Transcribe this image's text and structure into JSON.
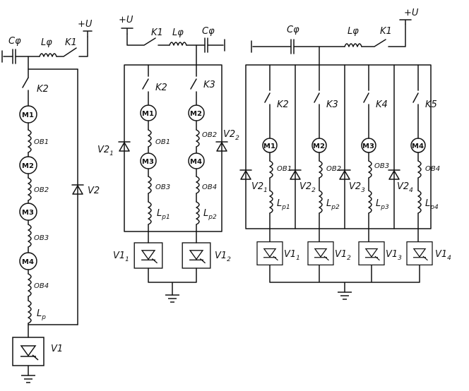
{
  "labels": {
    "plus_u": "+U",
    "c_f": "Cφ",
    "l_f": "Lφ",
    "k1": "K1",
    "k2": "K2",
    "k3": "K3",
    "k4": "K4",
    "k5": "K5",
    "m1": "M1",
    "m2": "M2",
    "m3": "M3",
    "m4": "M4",
    "ob1": "OB1",
    "ob2": "OB2",
    "ob3": "OB3",
    "ob4": "OB4",
    "l_p": "L",
    "l_p_sub": "p",
    "l_p1_sub": "p1",
    "l_p2_sub": "p2",
    "l_p3_sub": "p3",
    "l_p4_sub": "p4",
    "v1": "V1",
    "v2": "V2",
    "v1_base": "V1",
    "v2_base": "V2",
    "sub1": "1",
    "sub2": "2",
    "sub3": "3",
    "sub4": "4"
  }
}
